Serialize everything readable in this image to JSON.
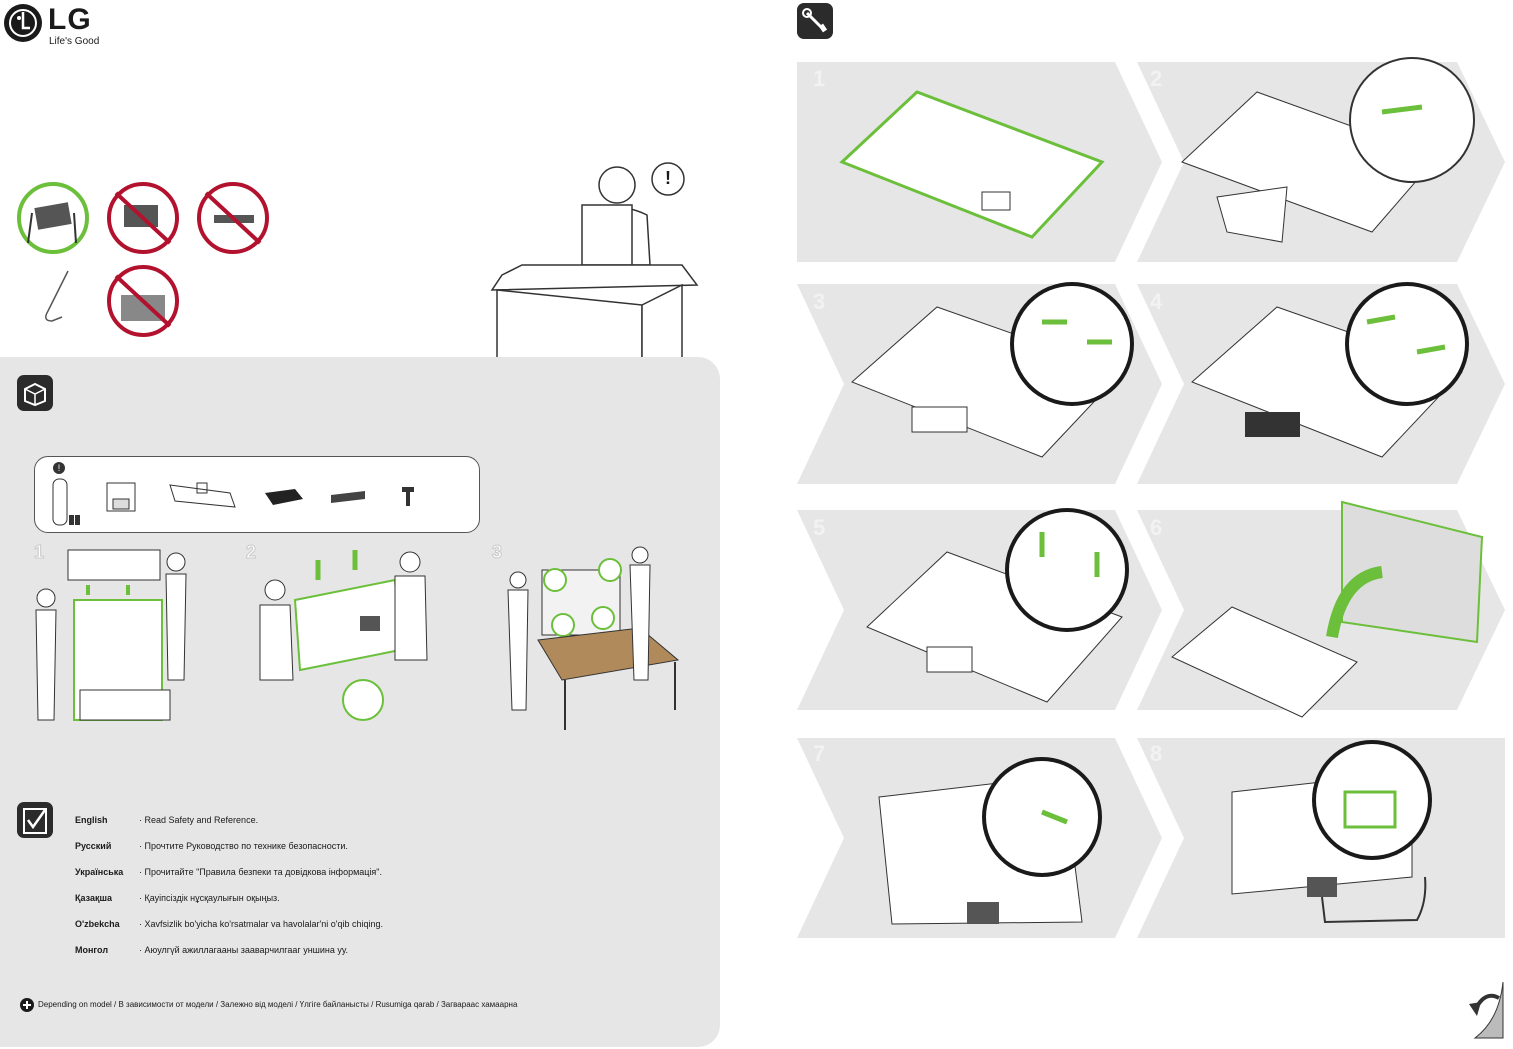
{
  "brand": {
    "logo_text": "LG",
    "tagline": "Life's Good"
  },
  "alert_symbol": "!",
  "handling_icons": [
    {
      "name": "two-person-carry-ok",
      "allowed": true
    },
    {
      "name": "one-person-carry-no",
      "allowed": false
    },
    {
      "name": "flat-carry-no",
      "allowed": false
    },
    {
      "name": "hand-ok",
      "allowed": true
    },
    {
      "name": "touch-screen-no",
      "allowed": false
    }
  ],
  "unpack_steps": [
    "1",
    "2",
    "3"
  ],
  "accessories_note_symbol": "!",
  "languages": [
    {
      "name": "English",
      "text": "· Read Safety and Reference."
    },
    {
      "name": "Русский",
      "text": "· Прочтите Руководство по технике безопасности."
    },
    {
      "name": "Українська",
      "text": "· Прочитайте \"Правила безпеки та довідкова інформація\"."
    },
    {
      "name": "Қазақша",
      "text": "· Қауіпсіздік нұсқаулығын оқыңыз."
    },
    {
      "name": "O'zbekcha",
      "text": "· Xavfsizlik bo'yicha ko'rsatmalar va havolalar'ni o'qib chiqing."
    },
    {
      "name": "Монгол",
      "text": "· Аюулгүй ажиллагааны зааварчилгааг уншина уу."
    }
  ],
  "footnote": "Depending on model / В зависимости от модели / Залежно від моделі / Үлгіге байланысты / Rusumiga qarab / Загвараас хамаарна",
  "assembly_steps": [
    "1",
    "2",
    "3",
    "4",
    "5",
    "6",
    "7",
    "8"
  ],
  "colors": {
    "accent_green": "#6bbf3a",
    "panel_grey": "#e6e6e6",
    "no_red": "#b3122e",
    "dark": "#2b2b2b"
  },
  "icons": [
    "lg-logo-icon",
    "box-icon",
    "tools-icon",
    "checklist-icon",
    "plus-icon",
    "page-turn-icon"
  ]
}
